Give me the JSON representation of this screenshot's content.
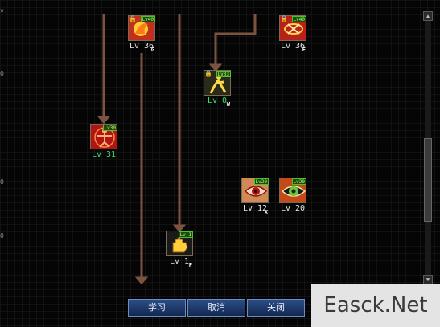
{
  "edge_labels": [
    "v.",
    "0",
    "0",
    "0"
  ],
  "skills": [
    {
      "id": "s1",
      "name": "skill-flame-fist",
      "level": "Lv 36",
      "level_color": "white",
      "req_tag": "Lv40",
      "locked": true,
      "hotkey": "G",
      "theme": "#c0301c"
    },
    {
      "id": "s2",
      "name": "skill-spiral-strike",
      "level": "Lv 36",
      "level_color": "white",
      "req_tag": "Lv40",
      "locked": true,
      "hotkey": "E",
      "theme": "#b8201a"
    },
    {
      "id": "s3",
      "name": "skill-golden-dash",
      "level": "Lv 0",
      "level_color": "green",
      "req_tag": "Lv33",
      "locked": true,
      "hotkey": "W",
      "theme": "#2a2a1a"
    },
    {
      "id": "s4",
      "name": "skill-vitruvian-aura",
      "level": "Lv 31",
      "level_color": "green",
      "req_tag": "Lv30",
      "locked": false,
      "hotkey": "",
      "theme": "#b01515"
    },
    {
      "id": "s5",
      "name": "skill-crimson-eye",
      "level": "Lv 12",
      "level_color": "white",
      "req_tag": "Lv20",
      "locked": false,
      "hotkey": "X",
      "theme": "#d08a56"
    },
    {
      "id": "s6",
      "name": "skill-green-eye",
      "level": "Lv 20",
      "level_color": "white",
      "req_tag": "Lv20",
      "locked": false,
      "hotkey": "",
      "theme": "#c34a18"
    },
    {
      "id": "s7",
      "name": "skill-golden-palm",
      "level": "Lv 1",
      "level_color": "white",
      "req_tag": "Lv 1",
      "locked": false,
      "hotkey": "F",
      "theme": "#1a1a1a"
    }
  ],
  "lock_glyph": "🔒",
  "buttons": {
    "learn": "学习",
    "cancel": "取消",
    "close": "关闭"
  },
  "scrollbar": {
    "up": "▲",
    "down": "▼"
  },
  "watermark": "Easck.Net",
  "colors": {
    "connector": "#7b5340",
    "button": "#1f3c70"
  }
}
